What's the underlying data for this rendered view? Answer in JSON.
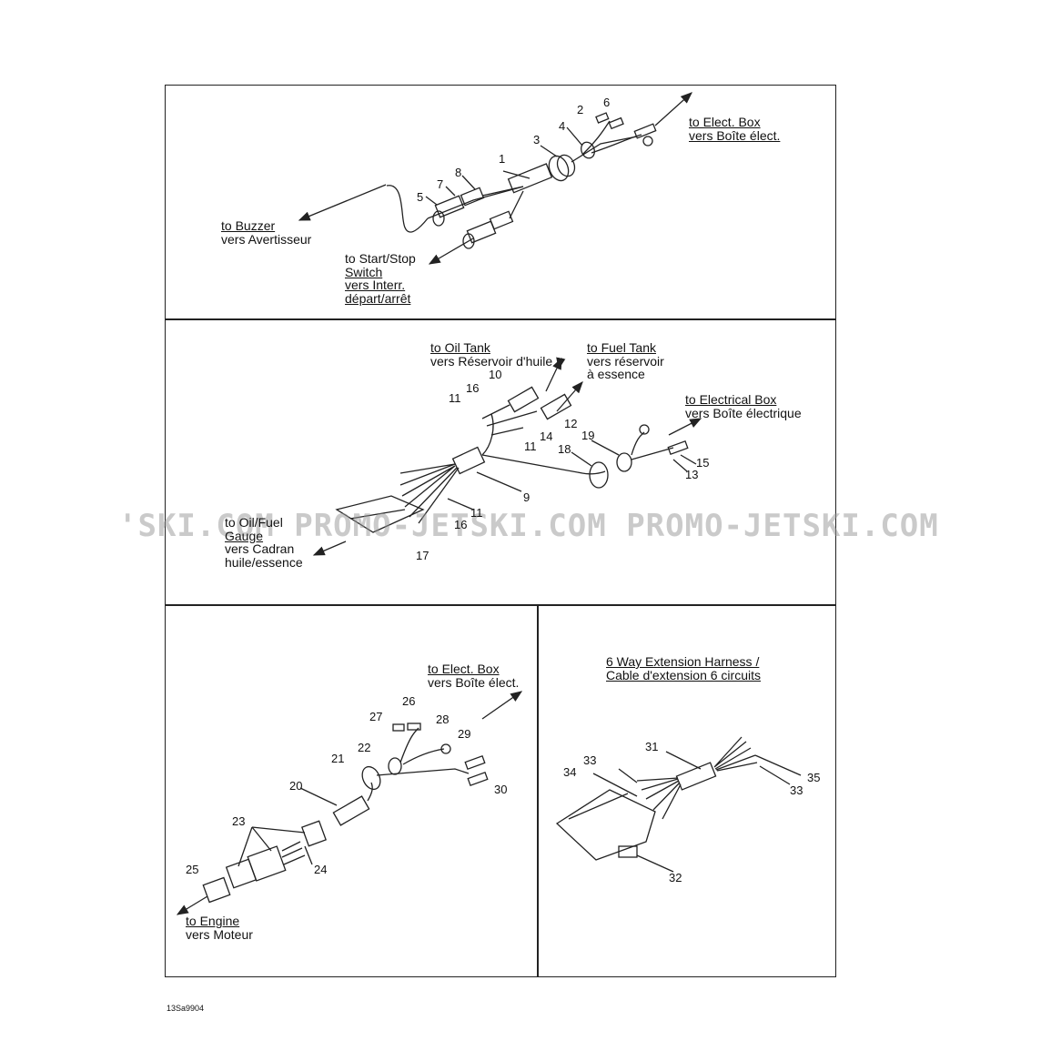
{
  "panel_a": {
    "dest_elect_box": [
      "to Elect. Box",
      "vers Boîte élect."
    ],
    "dest_buzzer": [
      "to Buzzer",
      "vers Avertisseur"
    ],
    "dest_start_stop": [
      "to Start/Stop",
      "Switch",
      "vers Interr.",
      "départ/arrêt"
    ],
    "callouts": [
      "1",
      "2",
      "3",
      "4",
      "5",
      "6",
      "7",
      "8"
    ]
  },
  "panel_b": {
    "dest_oil_tank": [
      "to Oil Tank",
      "vers Réservoir d'huile"
    ],
    "dest_fuel_tank": [
      "to Fuel Tank",
      "vers réservoir",
      "à essence"
    ],
    "dest_electrical_box": [
      "to Electrical Box",
      "vers Boîte électrique"
    ],
    "dest_gauge": [
      "to Oil/Fuel",
      "Gauge",
      "vers Cadran",
      "huile/essence"
    ],
    "callouts": [
      "9",
      "10",
      "11",
      "11",
      "11",
      "12",
      "13",
      "14",
      "15",
      "16",
      "16",
      "17",
      "18",
      "19"
    ]
  },
  "panel_c": {
    "dest_elect_box": [
      "to Elect. Box",
      "vers Boîte élect."
    ],
    "dest_engine": [
      "to Engine",
      "vers Moteur"
    ],
    "callouts": [
      "20",
      "21",
      "22",
      "23",
      "24",
      "25",
      "26",
      "27",
      "28",
      "29",
      "30"
    ]
  },
  "panel_d": {
    "title": [
      "6 Way Extension Harness /",
      "Cable d'extension 6 circuits"
    ],
    "callouts": [
      "31",
      "32",
      "33",
      "33",
      "34",
      "35"
    ]
  },
  "watermark": "'SKI.COM PROMO-JETSKI.COM PROMO-JETSKI.COM",
  "figure_code": "13Sa9904",
  "colors": {
    "line": "#222222",
    "watermark": "#969696"
  }
}
